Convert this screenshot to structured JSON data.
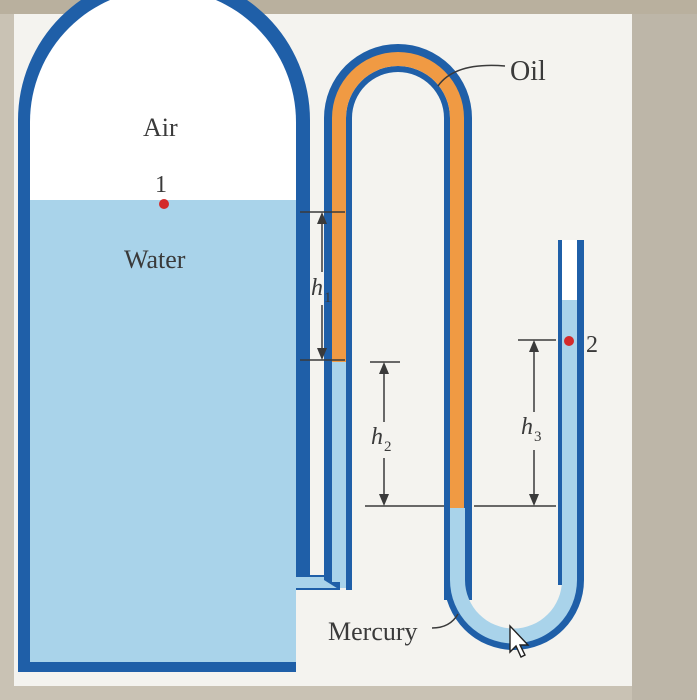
{
  "colors": {
    "frame_outer": "#c9c2b4",
    "paper": "#f4f3ef",
    "wall_blue": "#1f5fa8",
    "water": "#a9d3ea",
    "air": "#ffffff",
    "oil": "#f09a43",
    "marker_red": "#d42a2a",
    "text": "#3a3a3a"
  },
  "labels": {
    "air": "Air",
    "water": "Water",
    "oil": "Oil",
    "mercury": "Mercury",
    "point_1": "1",
    "point_2": "2",
    "h1": "h",
    "h1_sub": "1",
    "h2": "h",
    "h2_sub": "2",
    "h3": "h",
    "h3_sub": "3"
  },
  "icons": {
    "cursor": "mouse-pointer-icon"
  }
}
